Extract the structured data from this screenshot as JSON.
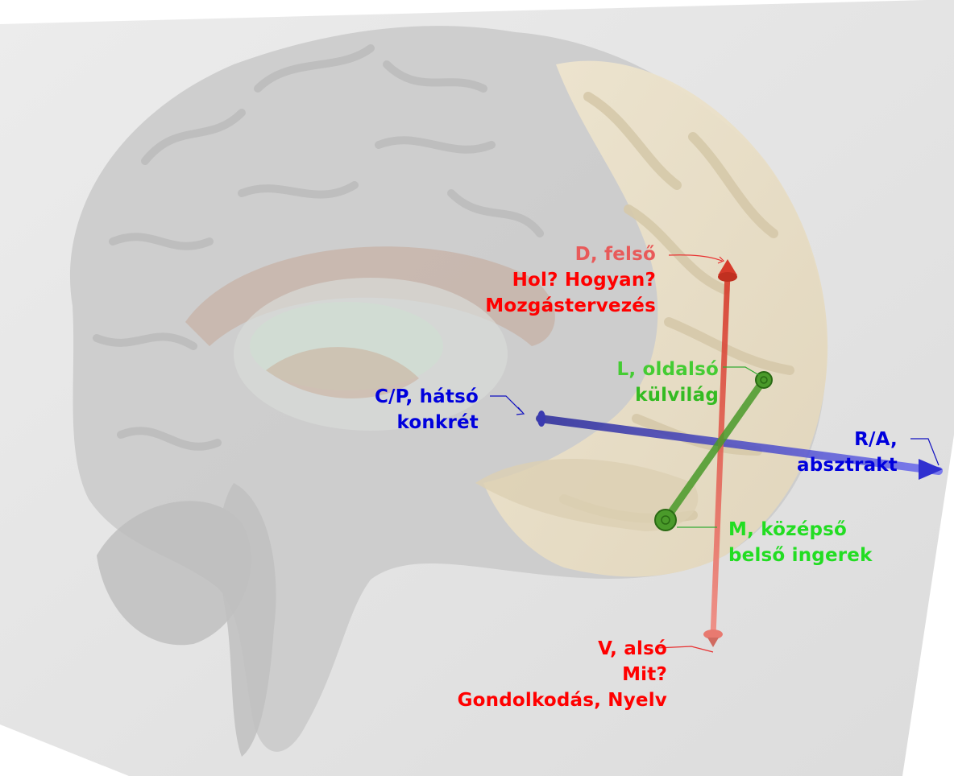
{
  "colors": {
    "dorsal_ventral": "#ff0000",
    "dorsal_ventral_axis": "#e8483a",
    "lateral_medial": "#33cc33",
    "lateral_medial_axis": "#4a9a2a",
    "caudal_rostral": "#0000dd",
    "caudal_rostral_axis": "#4040d8",
    "background": "#dddddd",
    "frontal_lobe": "#e6dcc4"
  },
  "labels": {
    "dorsal": {
      "line1": "D, felső",
      "line2": "Hol? Hogyan?",
      "line3": "Mozgástervezés"
    },
    "ventral": {
      "line1": "V, alsó",
      "line2": "Mit?",
      "line3": "Gondolkodás, Nyelv"
    },
    "lateral": {
      "line1": "L, oldalsó",
      "line2": "külvilág"
    },
    "medial": {
      "line1": "M, középső",
      "line2": "belső ingerek"
    },
    "caudal": {
      "line1": "C/P, hátsó",
      "line2": "konkrét"
    },
    "rostral": {
      "line1": "R/A,",
      "line2": "absztrakt"
    }
  },
  "icons": {
    "brain": "brain-illustration",
    "axis_dv": "arrow-axis-icon",
    "axis_lm": "arrow-axis-icon",
    "axis_cr": "arrow-axis-icon"
  }
}
